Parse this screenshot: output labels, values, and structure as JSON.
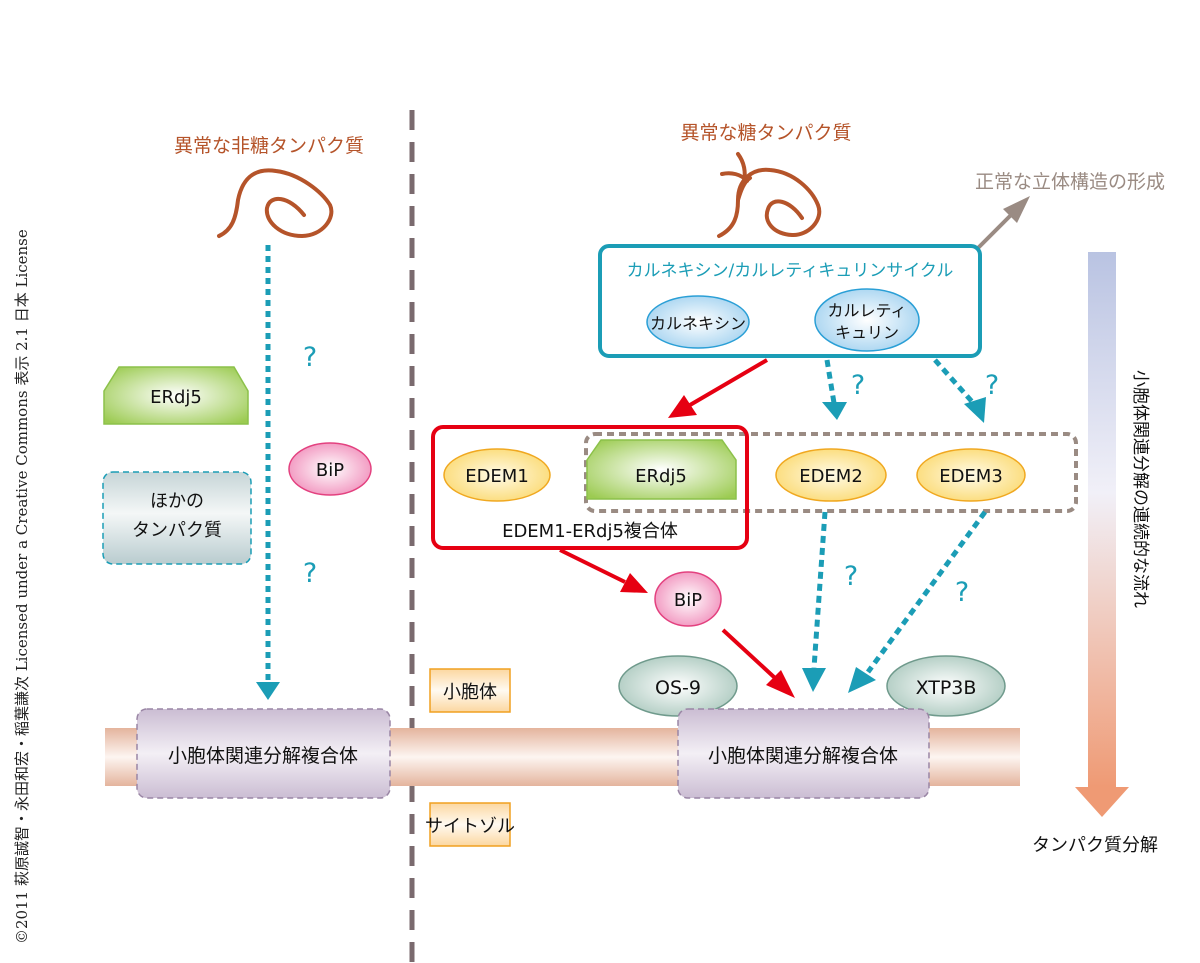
{
  "copyright": "©2011 萩原誠智・永田和宏・稲葉謙次 Licensed under a Creative Commons 表示 2.1 日本 License",
  "left_panel": {
    "title": "異常な非糖タンパク質",
    "erdj5": "ERdj5",
    "bip": "BiP",
    "other_proteins_line1": "ほかの",
    "other_proteins_line2": "タンパク質",
    "question_marks": [
      "?",
      "?"
    ],
    "erad_complex": "小胞体関連分解複合体"
  },
  "right_panel": {
    "title": "異常な糖タンパク質",
    "normal_folding": "正常な立体構造の形成",
    "cycle_title": "カルネキシン/カルレティキュリンサイクル",
    "calnexin": "カルネキシン",
    "calreticulin_line1": "カルレティ",
    "calreticulin_line2": "キュリン",
    "edem1": "EDEM1",
    "erdj5": "ERdj5",
    "edem2": "EDEM2",
    "edem3": "EDEM3",
    "complex_label": "EDEM1-ERdj5複合体",
    "bip": "BiP",
    "os9": "OS-9",
    "xtp3b": "XTP3B",
    "erad_complex": "小胞体関連分解複合体",
    "question_marks": [
      "?",
      "?",
      "?",
      "?"
    ]
  },
  "compartments": {
    "er": "小胞体",
    "cytosol": "サイトゾル"
  },
  "flow": {
    "label": "小胞体関連分解の連続的な流れ",
    "end_label": "タンパク質分解"
  },
  "colors": {
    "protein_brown": "#b5542a",
    "cyan": "#1b9db6",
    "red": "#e60012",
    "grey_arrow": "#9a8b83",
    "divider": "#7a6a6e",
    "membrane": "#e8bba6",
    "edem_fill": "#fbe08a",
    "edem_stroke": "#f0a820",
    "erdj5_fill": "#a6cf60",
    "bip_fill": "#f29ec4",
    "bip_stroke": "#e3417f",
    "chaperone_fill": "#a9d6f0",
    "chaperone_stroke": "#2a9fd6",
    "os9_fill": "#b5cfc6",
    "erad_fill": "#d9cfe0",
    "compartment_stroke": "#f0a020"
  }
}
